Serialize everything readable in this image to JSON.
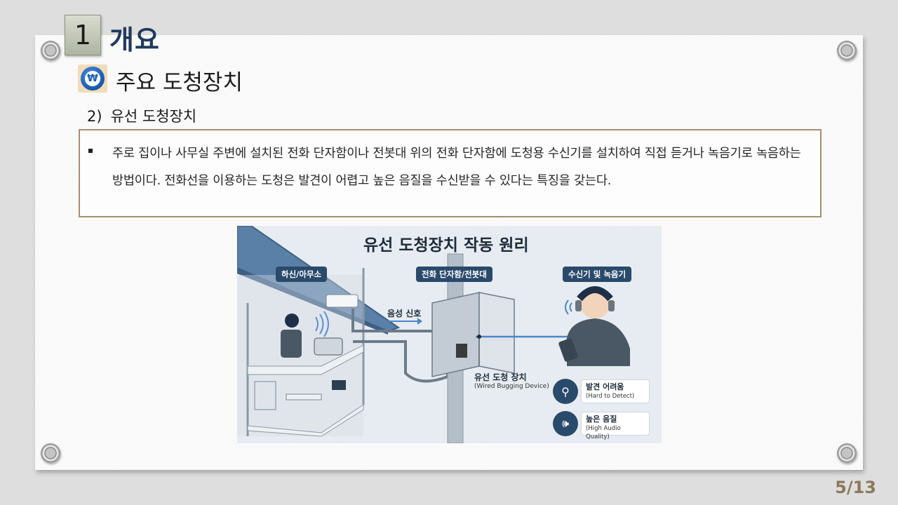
{
  "section": {
    "number": "1",
    "title": "개요"
  },
  "subsection": {
    "icon": "won-coin-icon",
    "title": "주요 도청장치"
  },
  "item": {
    "number": "2)",
    "title": "유선 도청장치",
    "bullet_text": "주로 집이나 사무실 주변에 설치된 전화 단자함이나 전봇대 위의 전화 단자함에 도청용 수신기를 설치하여 직접 듣거나 녹음기로 녹음하는 방법이다. 전화선을 이용하는 도청은 발견이 어렵고 높은 음질을 수신받을 수 있다는 특징을 갖는다."
  },
  "figure": {
    "title": "유선 도청장치 작동 원리",
    "labels": {
      "house": "하신/아무소",
      "junction": "전화 단자함/전봇대",
      "receiver": "수신기 및 녹음기"
    },
    "signal_label": "음성 신호",
    "device": {
      "title": "유선 도청 장치",
      "subtitle": "(Wired Bugging Device)"
    },
    "features": [
      {
        "icon": "magnifier-eye-icon",
        "title": "발견 어려움",
        "subtitle": "(Hard to Detect)"
      },
      {
        "icon": "speaker-icon",
        "title": "높은 음질",
        "subtitle": "(High Audio Quality)"
      }
    ],
    "colors": {
      "label_bg": "#2a4a6b",
      "background": "#e6ecf1",
      "signal": "#4a86c7"
    }
  },
  "page": {
    "indicator": "5/13"
  },
  "colors": {
    "section_title": "#1f3a5c",
    "textbox_border": "#a58f6c",
    "page_number": "#8a7a5c"
  }
}
